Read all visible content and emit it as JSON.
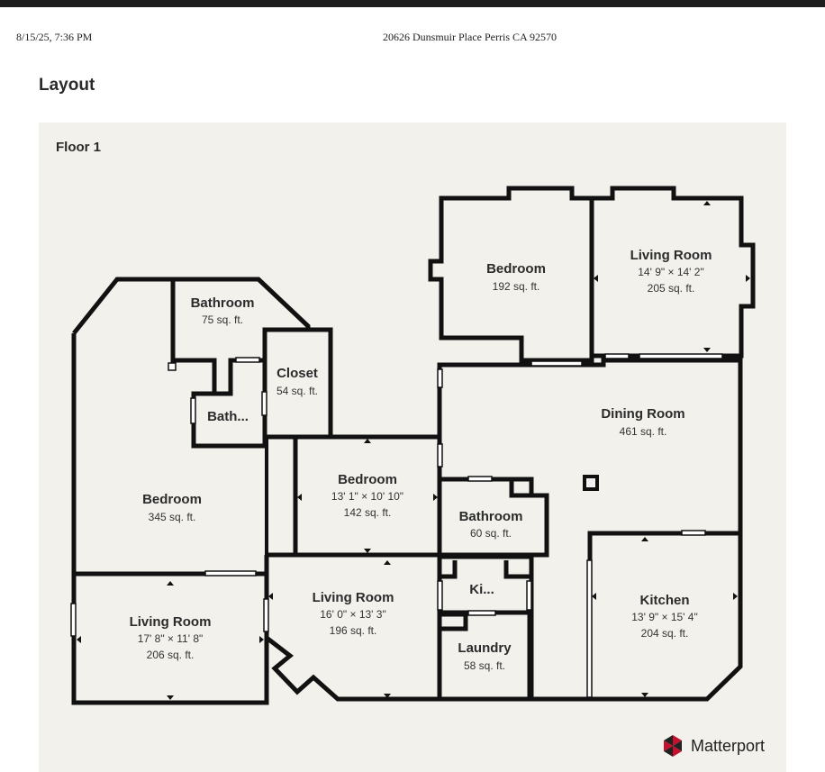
{
  "header": {
    "datetime": "8/15/25, 7:36 PM",
    "address": "20626 Dunsmuir Place Perris CA 92570"
  },
  "page_title": "Layout",
  "floor_label": "Floor 1",
  "brand": {
    "name": "Matterport",
    "logo_icon": "matterport-logo-icon",
    "accent_colors": [
      "#c8102e",
      "#222222"
    ]
  },
  "rooms": [
    {
      "id": "bedroom-top",
      "name": "Bedroom",
      "dims": "",
      "area": "192 sq. ft."
    },
    {
      "id": "living-room-top-right",
      "name": "Living Room",
      "dims": "14' 9\" × 14' 2\"",
      "area": "205 sq. ft."
    },
    {
      "id": "bathroom-top-left",
      "name": "Bathroom",
      "dims": "",
      "area": "75 sq. ft."
    },
    {
      "id": "closet",
      "name": "Closet",
      "dims": "",
      "area": "54 sq. ft."
    },
    {
      "id": "bath-small",
      "name": "Bath...",
      "dims": "",
      "area": ""
    },
    {
      "id": "dining-room",
      "name": "Dining Room",
      "dims": "",
      "area": "461 sq. ft."
    },
    {
      "id": "bedroom-left",
      "name": "Bedroom",
      "dims": "",
      "area": "345 sq. ft."
    },
    {
      "id": "bedroom-middle",
      "name": "Bedroom",
      "dims": "13' 1\" × 10' 10\"",
      "area": "142 sq. ft."
    },
    {
      "id": "bathroom-middle",
      "name": "Bathroom",
      "dims": "",
      "area": "60 sq. ft."
    },
    {
      "id": "living-room-bottom-left",
      "name": "Living Room",
      "dims": "17' 8\" × 11' 8\"",
      "area": "206 sq. ft."
    },
    {
      "id": "living-room-bottom-middle",
      "name": "Living Room",
      "dims": "16' 0\" × 13' 3\"",
      "area": "196 sq. ft."
    },
    {
      "id": "kitchen-small",
      "name": "Ki...",
      "dims": "",
      "area": ""
    },
    {
      "id": "laundry",
      "name": "Laundry",
      "dims": "",
      "area": "58 sq. ft."
    },
    {
      "id": "kitchen",
      "name": "Kitchen",
      "dims": "13' 9\" × 15' 4\"",
      "area": "204 sq. ft."
    }
  ]
}
